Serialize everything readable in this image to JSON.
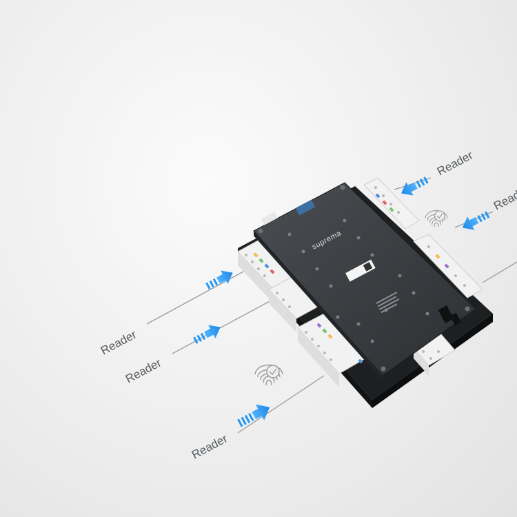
{
  "device": {
    "brand": "suprema"
  },
  "readers": [
    {
      "label": "Reader"
    },
    {
      "label": "Reader"
    },
    {
      "label": "Reader"
    },
    {
      "label": "Reader"
    },
    {
      "label": "Reader"
    }
  ],
  "colors": {
    "arrow": "#2196f3",
    "board": "#3a3d40",
    "pcb": "#1e1f21",
    "terminal": "#f2f2f2"
  },
  "icons": [
    "fingerprint-check-icon",
    "fingerprint-check-icon"
  ]
}
